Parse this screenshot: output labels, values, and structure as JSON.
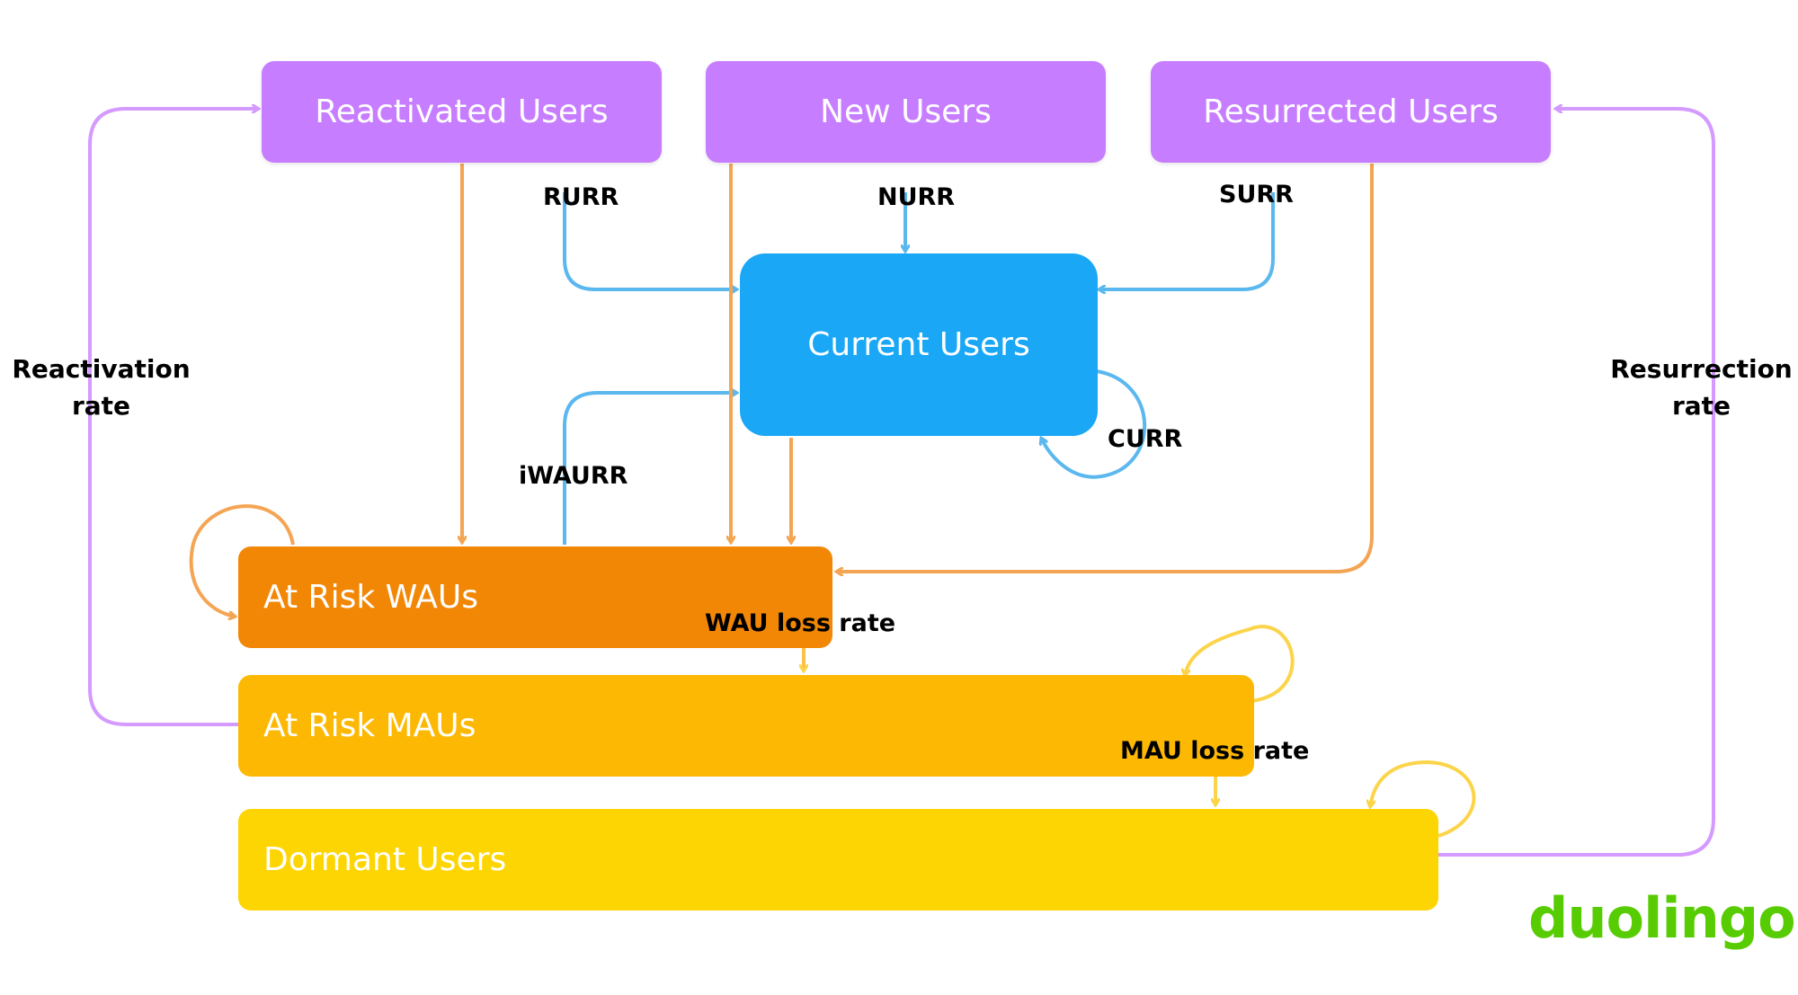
{
  "nodes": {
    "reactivated_users": "Reactivated Users",
    "new_users": "New Users",
    "resurrected_users": "Resurrected Users",
    "current_users": "Current Users",
    "at_risk_waus": "At Risk WAUs",
    "at_risk_maus": "At Risk MAUs",
    "dormant_users": "Dormant Users"
  },
  "edges": {
    "rurr": "RURR",
    "nurr": "NURR",
    "surr": "SURR",
    "curr": "CURR",
    "iwaurr": "iWAURR",
    "wau_loss_rate": "WAU loss rate",
    "mau_loss_rate": "MAU loss rate",
    "reactivation_rate_line1": "Reactivation",
    "reactivation_rate_line2": "rate",
    "resurrection_rate_line1": "Resurrection",
    "resurrection_rate_line2": "rate"
  },
  "brand": {
    "logo_text": "duolingo"
  },
  "colors": {
    "purple": "#c77dff",
    "blue": "#1aa7f5",
    "orange": "#f28705",
    "amber": "#fdb803",
    "yellow": "#fdd503",
    "logo_green": "#58cc02"
  }
}
